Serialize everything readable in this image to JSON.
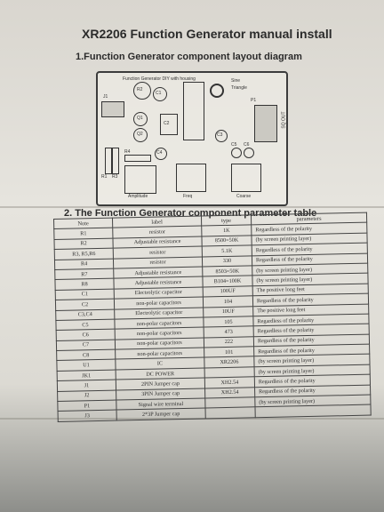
{
  "document": {
    "title": "XR2206 Function Generator manual install",
    "section1": "1.Function Generator component layout diagram",
    "section2": "2. The Function Generator component parameter table"
  },
  "board": {
    "labels": {
      "header": "Function Generator DIY with housing",
      "j1": "J1",
      "sine": "Sine",
      "triangle": "Triangle",
      "p1": "P1",
      "out": "SQ OUT",
      "q1": "Q1",
      "q2": "Q2",
      "r1": "R1",
      "r2": "R2",
      "r3": "R3",
      "r4": "R4",
      "c1": "C1",
      "c2": "C2",
      "c3": "C3",
      "c4": "C4",
      "c5": "C5",
      "c6": "C6",
      "amplitude": "Amplitude",
      "freq": "Freq",
      "coarse": "Coarse"
    }
  },
  "table": {
    "headers": [
      "Note",
      "label",
      "type",
      "parameters"
    ],
    "rows": [
      [
        "R1",
        "resistor",
        "1K",
        "Regardless of the polarity"
      ],
      [
        "R2",
        "Adjustable resistance",
        "8500=50K",
        "(by screen printing layer)"
      ],
      [
        "R3, R5,R6",
        "resistor",
        "5.1K",
        "Regardless of the polarity"
      ],
      [
        "R4",
        "resistor",
        "330",
        "Regardless of the polarity"
      ],
      [
        "R7",
        "Adjustable resistance",
        "8503=50K",
        "(by screen printing layer)"
      ],
      [
        "R8",
        "Adjustable resistance",
        "B104=100K",
        "(by screen printing layer)"
      ],
      [
        "C1",
        "Electrolytic capacitor",
        "100UF",
        "The positive long feet"
      ],
      [
        "C2",
        "non-polar capacitors",
        "104",
        "Regardless of the polarity"
      ],
      [
        "C3,C4",
        "Electrolytic capacitor",
        "10UF",
        "The positive long feet"
      ],
      [
        "C5",
        "non-polar capacitors",
        "105",
        "Regardless of the polarity"
      ],
      [
        "C6",
        "non-polar capacitors",
        "473",
        "Regardless of the polarity"
      ],
      [
        "C7",
        "non-polar capacitors",
        "222",
        "Regardless of the polarity"
      ],
      [
        "C8",
        "non-polar capacitors",
        "101",
        "Regardless of the polarity"
      ],
      [
        "U1",
        "IC",
        "XR2206",
        "(by screen printing layer)"
      ],
      [
        "JK1",
        "DC POWER",
        "",
        "(by screen printing layer)"
      ],
      [
        "J1",
        "2PIN Jumper cap",
        "XH2.54",
        "Regardless of the polarity"
      ],
      [
        "J2",
        "3PIN Jumper cap",
        "XH2.54",
        "Regardless of the polarity"
      ],
      [
        "P1",
        "Signal wire terminal",
        "",
        "(by screen printing layer)"
      ],
      [
        "J3",
        "2*3P Jumper cap",
        "",
        ""
      ]
    ]
  }
}
